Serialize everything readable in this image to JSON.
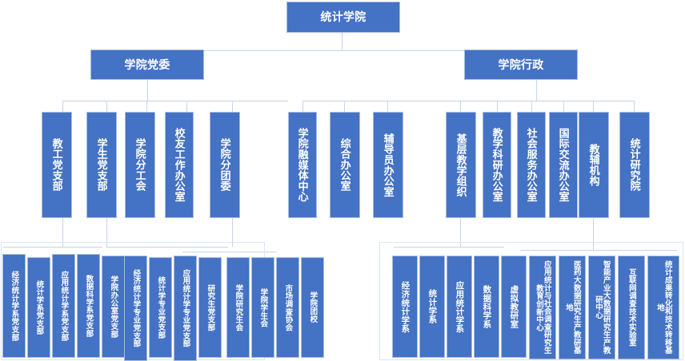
{
  "chart_meta": {
    "type": "org-chart",
    "title": "统计学院组织架构图",
    "accent_color": "#4472C4",
    "connector_color": "#c5d4ec",
    "text_color": "#ffffff",
    "background": "#ffffff",
    "orientation": "top-down",
    "levels": 4
  },
  "root": {
    "label": "统计学院"
  },
  "level2": {
    "party": "学院党委",
    "admin": "学院行政"
  },
  "level3": {
    "party_branch": [
      "教工党支部",
      "学生党支部",
      "学院分工会",
      "校友工作办公室",
      "学院分团委"
    ],
    "middle": [
      "学院融媒体中心",
      "综合办公室",
      "辅导员办公室"
    ],
    "admin_branch": [
      "基层教学组织",
      "教学科研办公室",
      "社会服务办公室",
      "国际交流办公室",
      "教辅机构",
      "统计研究院"
    ]
  },
  "level4": {
    "staff_party_branches": [
      "经济统计学系党支部",
      "统计学系党支部",
      "应用统计学系党支部",
      "数据科学系党支部",
      "学院办公室党支部"
    ],
    "student_party_branches": [
      "经济统计学专业党支部",
      "统计学专业党支部",
      "应用统计学专业党支部",
      "研究生党支部"
    ],
    "youth_league": [
      "学院研究生会",
      "学院学生会",
      "市场调查协会",
      "学院团校"
    ],
    "teaching_units": [
      "经济统计学系",
      "统计学系",
      "应用统计学系",
      "数据科学系",
      "虚拟教研室"
    ],
    "support_units": [
      "应用统计与社会调查研究生教育创新中心",
      "医药大数据研究生产教研基地",
      "智能产业大数据研究生产教研中心",
      "互联网调查技术实验室",
      "统计成果转化和技术转移基地"
    ]
  }
}
